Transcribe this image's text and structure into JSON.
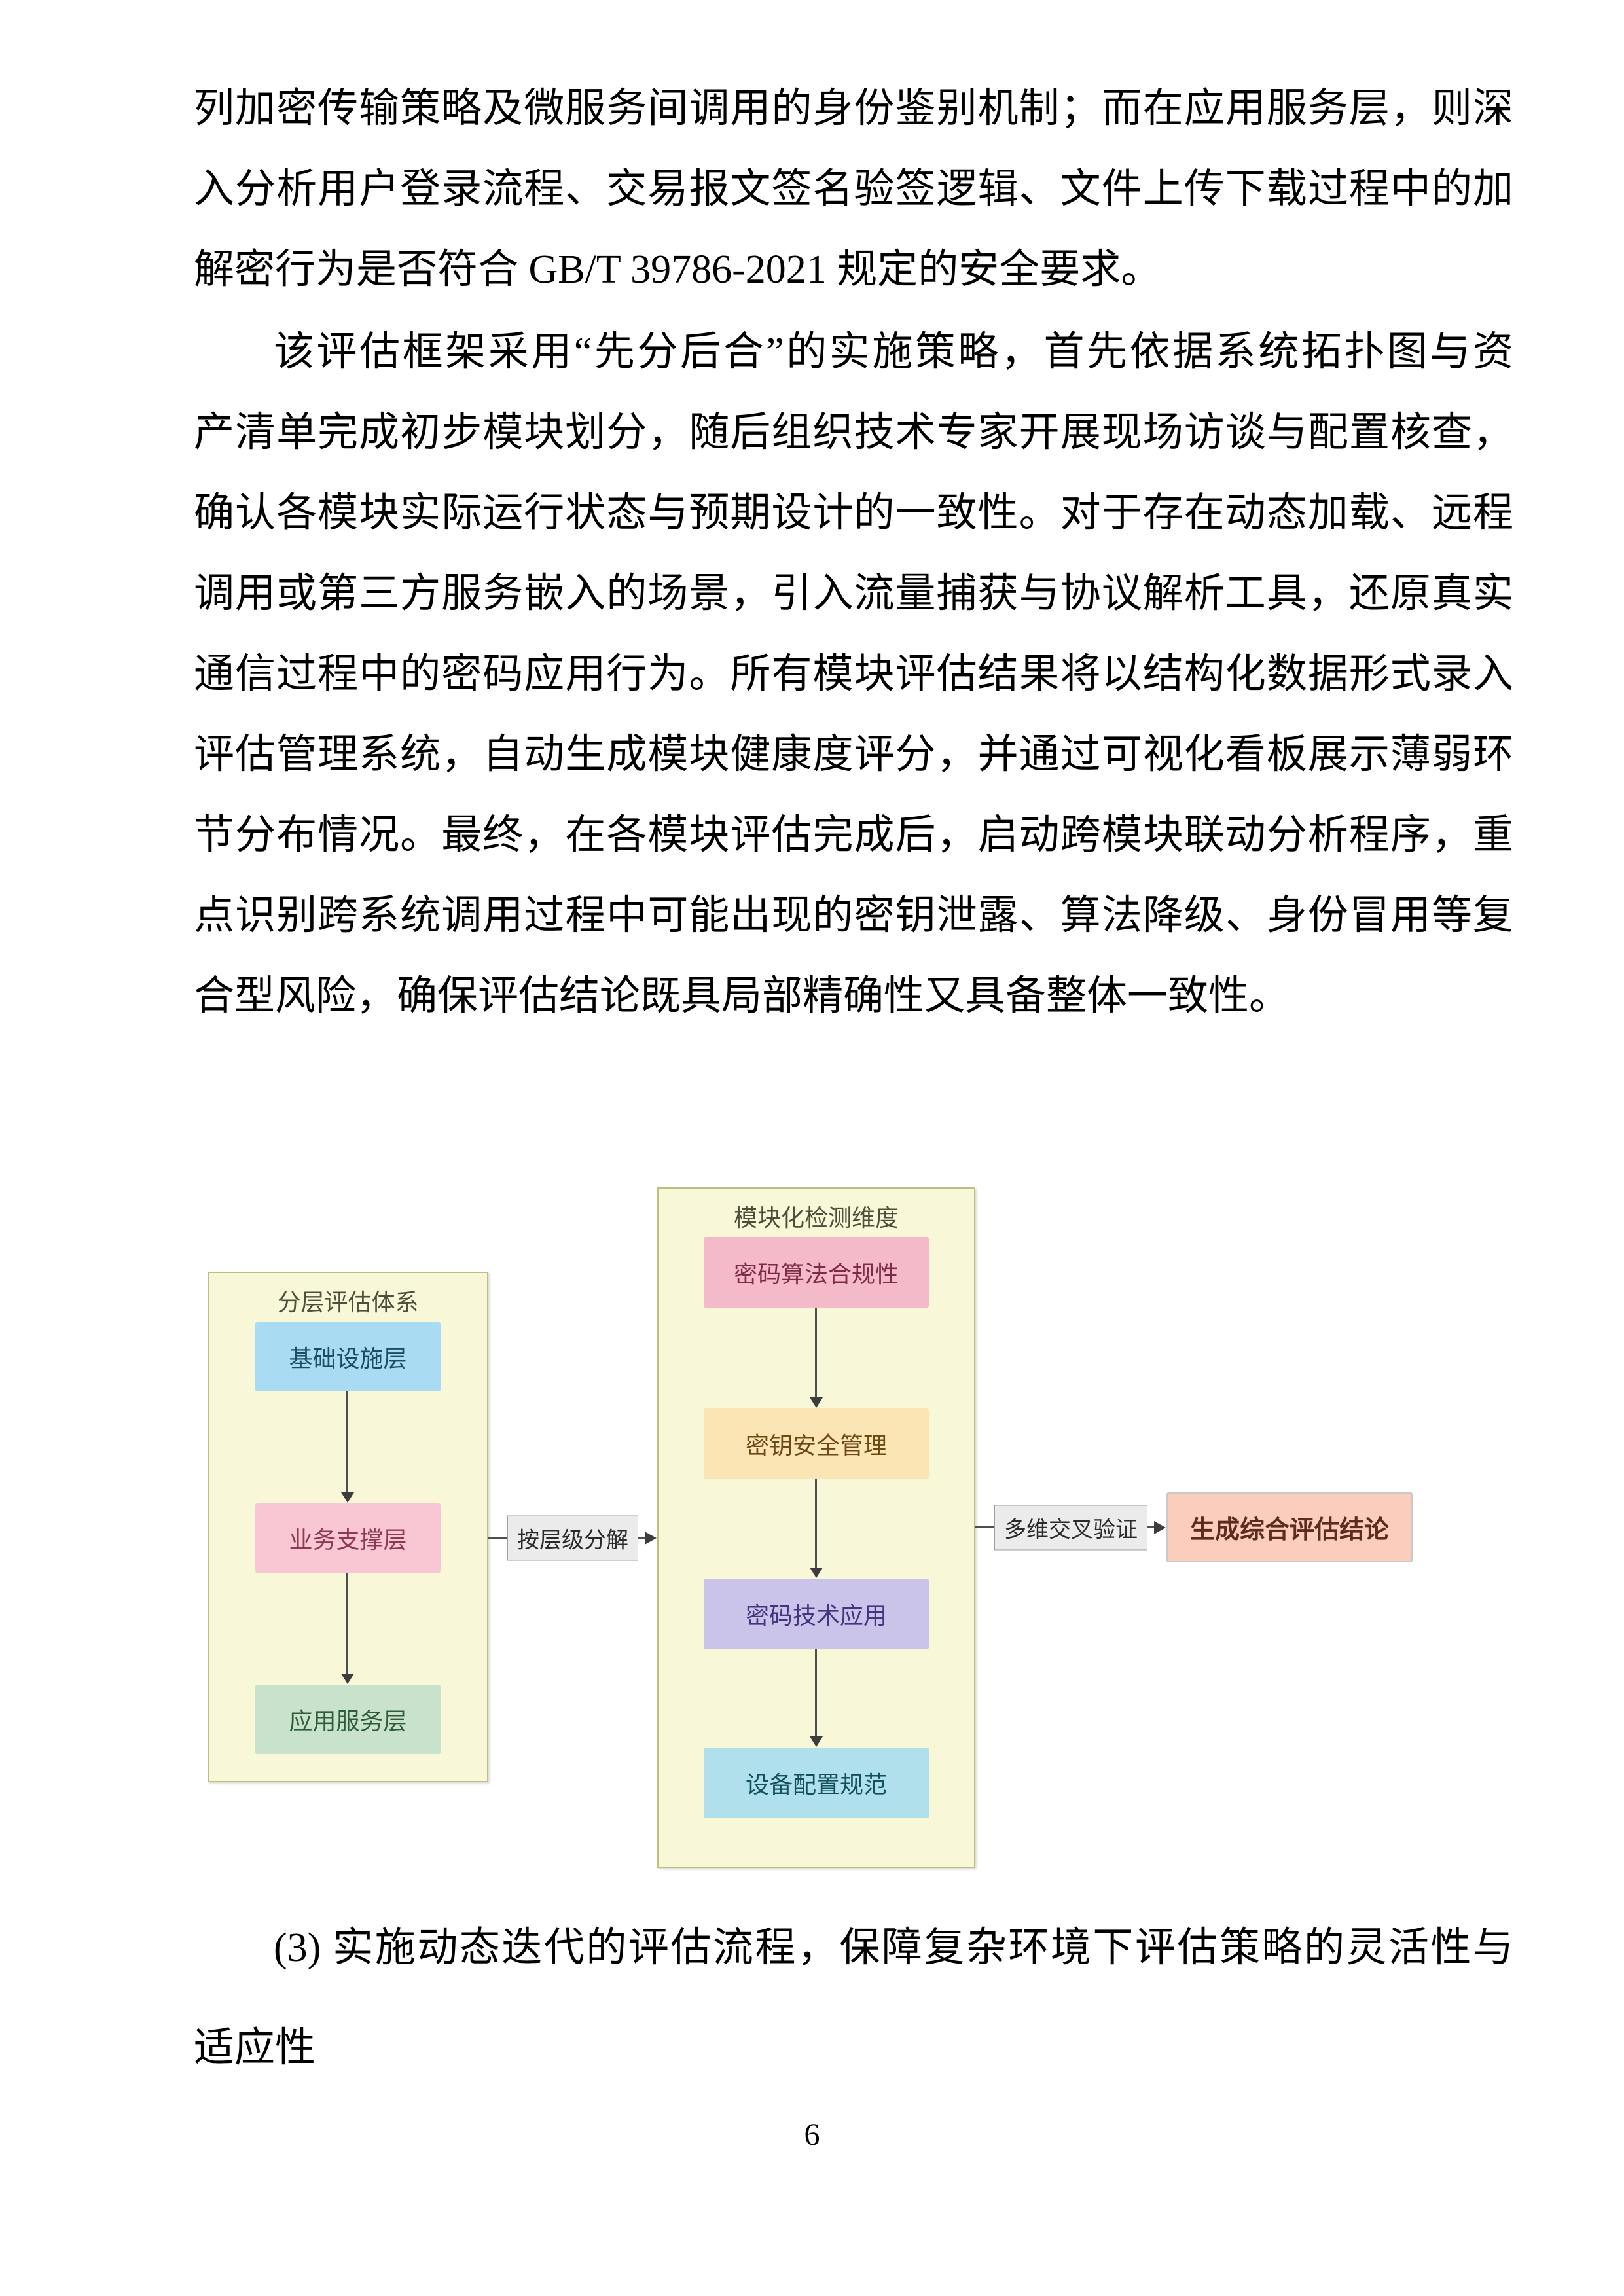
{
  "document": {
    "paragraph1_lines": [
      "列加密传输策略及微服务间调用的身份鉴别机制；而在应用服务层，则深",
      "入分析用户登录流程、交易报文签名验签逻辑、文件上传下载过程中的加",
      "解密行为是否符合 GB/T 39786-2021 规定的安全要求。"
    ],
    "paragraph2_lines": [
      "该评估框架采用“先分后合”的实施策略，首先依据系统拓扑图与资",
      "产清单完成初步模块划分，随后组织技术专家开展现场访谈与配置核查，",
      "确认各模块实际运行状态与预期设计的一致性。对于存在动态加载、远程",
      "调用或第三方服务嵌入的场景，引入流量捕获与协议解析工具，还原真实",
      "通信过程中的密码应用行为。所有模块评估结果将以结构化数据形式录入",
      "评估管理系统，自动生成模块健康度评分，并通过可视化看板展示薄弱环",
      "节分布情况。最终，在各模块评估完成后，启动跨模块联动分析程序，重",
      "点识别跨系统调用过程中可能出现的密钥泄露、算法降级、身份冒用等复",
      "合型风险，确保评估结论既具局部精确性又具备整体一致性。"
    ],
    "heading_lines": [
      "(3) 实施动态迭代的评估流程，保障复杂环境下评估策略的灵活性与",
      "适应性"
    ],
    "page_number": "6"
  },
  "diagram": {
    "left_panel": {
      "title": "分层评估体系",
      "boxes": [
        {
          "label": "基础设施层",
          "bg": "#A9DCF2",
          "fg": "#1D4C66"
        },
        {
          "label": "业务支撑层",
          "bg": "#F9C6D3",
          "fg": "#8C3A52"
        },
        {
          "label": "应用服务层",
          "bg": "#C8E2CC",
          "fg": "#2F5D3A"
        }
      ]
    },
    "right_panel": {
      "title": "模块化检测维度",
      "boxes": [
        {
          "label": "密码算法合规性",
          "bg": "#F4BACA",
          "fg": "#7E2B47"
        },
        {
          "label": "密钥安全管理",
          "bg": "#FBE5B5",
          "fg": "#6B4A14"
        },
        {
          "label": "密码技术应用",
          "bg": "#CBC4EA",
          "fg": "#46357E"
        },
        {
          "label": "设备配置规范",
          "bg": "#AFE0EC",
          "fg": "#14505C"
        }
      ]
    },
    "edge_labels": {
      "decompose": "按层级分解",
      "crosscheck": "多维交叉验证"
    },
    "result_box": {
      "label": "生成综合评估结论",
      "bg": "#FBCDBC",
      "fg": "#5E2B20"
    },
    "colors": {
      "panel_bg": "#F8F8D8",
      "label_bg": "#EBEBEB",
      "arrow": "#4F4F4F"
    }
  }
}
